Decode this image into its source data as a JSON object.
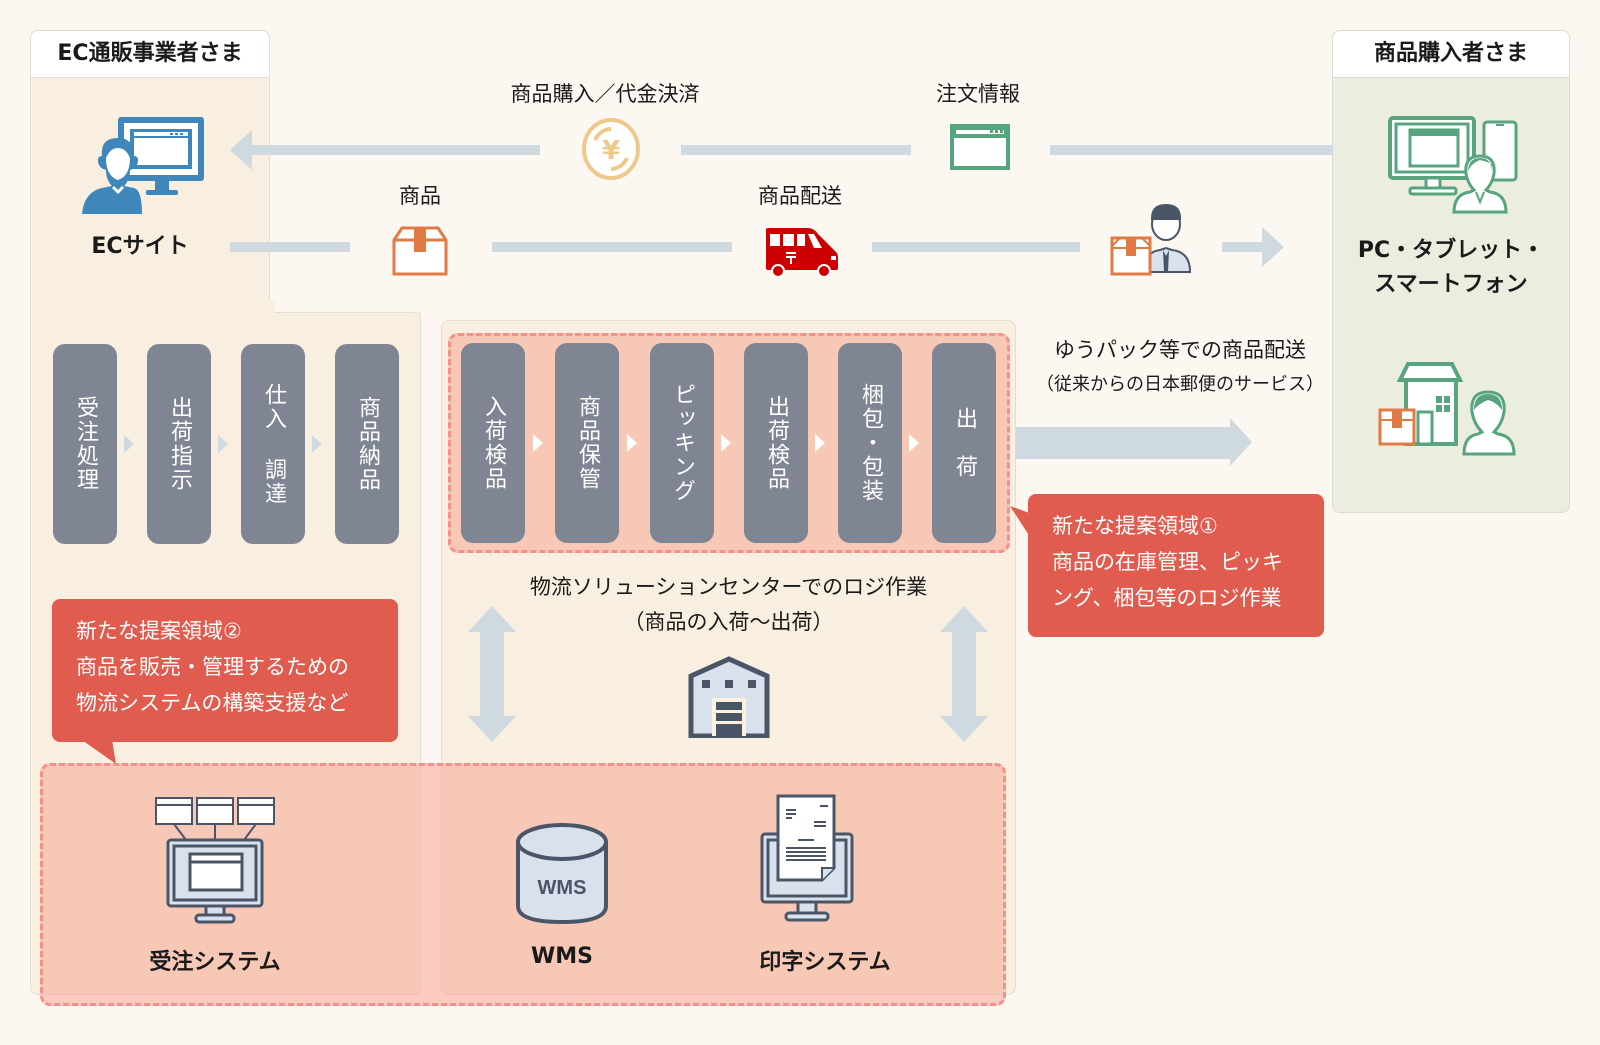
{
  "panels": {
    "ec_operator": {
      "title": "EC通販事業者さま",
      "site_label": "ECサイト"
    },
    "buyer": {
      "title": "商品購入者さま",
      "device_label_line1": "PC・タブレット・",
      "device_label_line2": "スマートフォン"
    }
  },
  "flows": {
    "payment_label": "商品購入／代金決済",
    "order_info_label": "注文情報",
    "product_label": "商品",
    "delivery_label": "商品配送",
    "yupack_label": "ゆうパック等での商品配送",
    "yupack_sub": "（従来からの日本郵便のサービス）"
  },
  "ec_steps": [
    "受注処理",
    "出荷指示",
    "仕入 調達",
    "商品納品"
  ],
  "logi_steps": [
    "入荷検品",
    "商品保管",
    "ピッキング",
    "出荷検品",
    "梱包・包装",
    "出　荷"
  ],
  "center": {
    "title": "物流ソリューションセンターでのロジ作業",
    "subtitle": "（商品の入荷〜出荷）"
  },
  "callouts": {
    "area1": {
      "line1": "新たな提案領域①",
      "line2": "商品の在庫管理、ピッキ",
      "line3": "ング、梱包等のロジ作業"
    },
    "area2": {
      "line1": "新たな提案領域②",
      "line2": "商品を販売・管理するための",
      "line3": "物流システムの構築支援など"
    }
  },
  "systems": [
    "受注システム",
    "WMS",
    "印字システム"
  ],
  "icons": {
    "wms_db_text": "WMS",
    "yen": "¥"
  },
  "colors": {
    "accent_red": "#e05c4f",
    "step_gray": "#7f8592",
    "ec_blue": "#3f87ba",
    "buyer_green": "#57a47e",
    "box_orange": "#e07b45",
    "truck_red": "#cc0000",
    "connector": "#cfd9e0"
  }
}
